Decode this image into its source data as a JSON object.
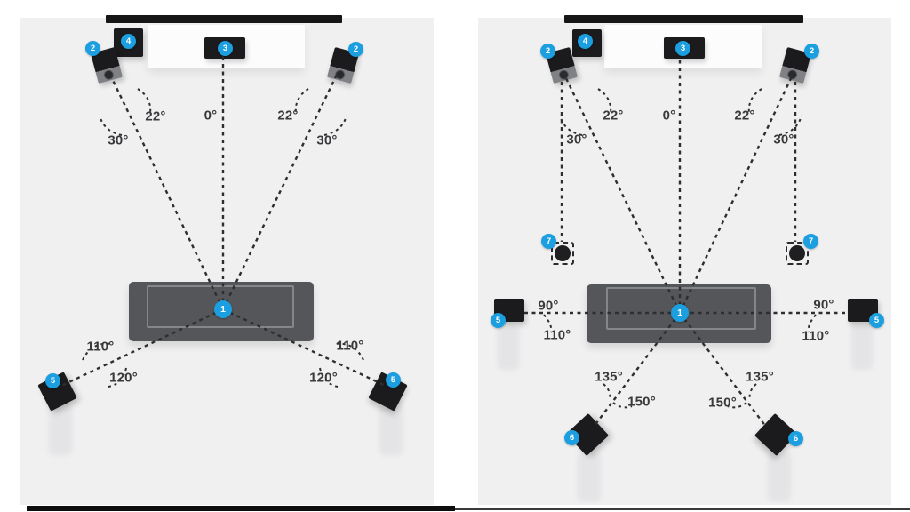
{
  "colors": {
    "badge_blue": "#1b9fe0",
    "panel_background": "#f0f0f1",
    "dashed_line": "#2e2e2e"
  },
  "left_diagram": {
    "badges": {
      "listener": "1",
      "front_left": "2",
      "front_right": "2",
      "tv": "3",
      "subwoofer": "4",
      "surround_left": "5",
      "surround_right": "5"
    },
    "labels": {
      "front_left_inner": "22°",
      "center": "0°",
      "front_right_inner": "22°",
      "front_left_outer": "30°",
      "front_right_outer": "30°",
      "surround_left_upper": "110°",
      "surround_left_lower": "120°",
      "surround_right_upper": "110°",
      "surround_right_lower": "120°"
    }
  },
  "right_diagram": {
    "badges": {
      "listener": "1",
      "front_left": "2",
      "front_right": "2",
      "tv": "3",
      "subwoofer": "4",
      "side_left": "5",
      "side_right": "5",
      "rear_left": "6",
      "rear_right": "6",
      "height_left": "7",
      "height_right": "7"
    },
    "labels": {
      "front_left_inner": "22°",
      "center": "0°",
      "front_right_inner": "22°",
      "front_left_outer": "30°",
      "front_right_outer": "30°",
      "side_left_90": "90°",
      "side_left_110": "110°",
      "side_right_90": "90°",
      "side_right_110": "110°",
      "rear_left_135": "135°",
      "rear_left_150": "150°",
      "rear_right_135": "135°",
      "rear_right_150": "150°"
    }
  }
}
